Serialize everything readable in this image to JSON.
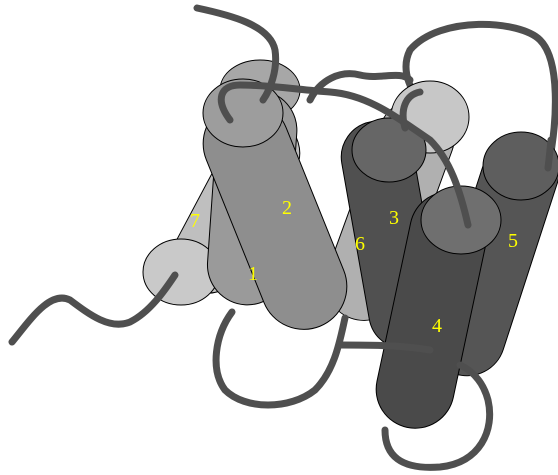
{
  "colors": {
    "loop": "#4f4f4f",
    "label": "#ffff00",
    "helix_1": "#9a9a9a",
    "helix_2": "#8e8e8e",
    "helix_3": "#505050",
    "helix_4": "#4a4a4a",
    "helix_5": "#555555",
    "helix_6": "#b0b0b0",
    "helix_7": "#bfbfbf"
  },
  "helices": [
    {
      "id": "helix-1",
      "label": "1"
    },
    {
      "id": "helix-2",
      "label": "2"
    },
    {
      "id": "helix-3",
      "label": "3"
    },
    {
      "id": "helix-4",
      "label": "4"
    },
    {
      "id": "helix-5",
      "label": "5"
    },
    {
      "id": "helix-6",
      "label": "6"
    },
    {
      "id": "helix-7",
      "label": "7"
    }
  ]
}
